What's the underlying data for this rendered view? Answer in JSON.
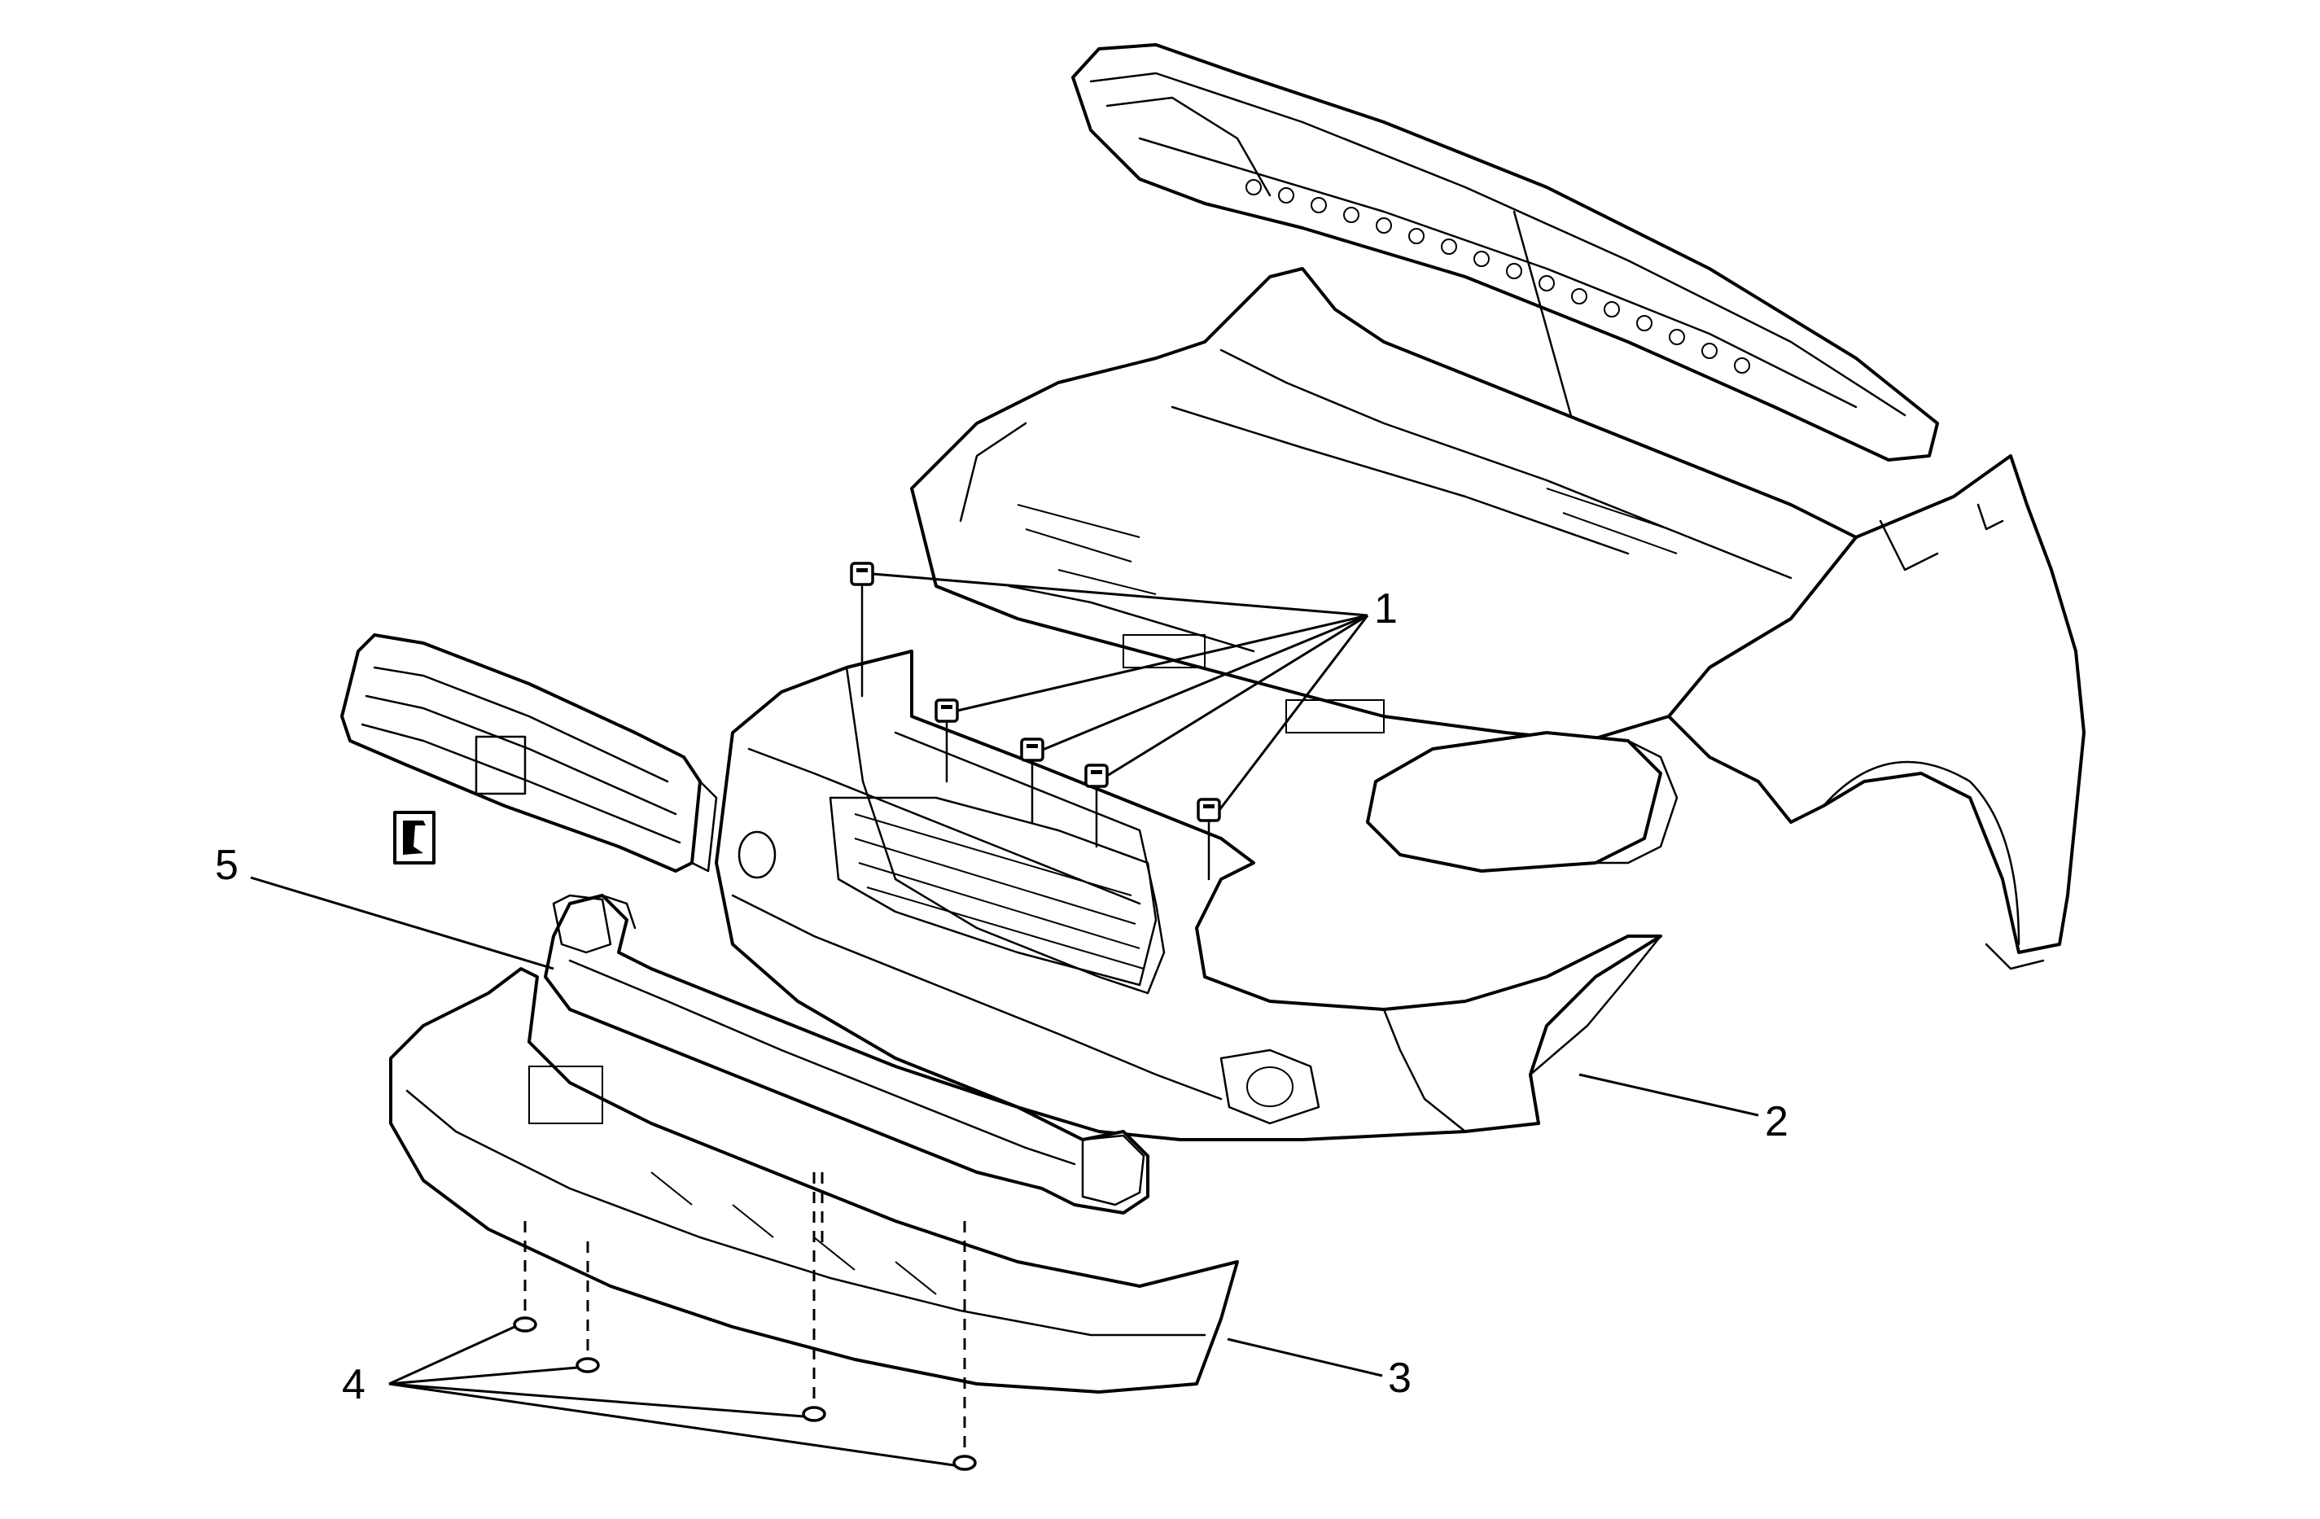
{
  "callouts": {
    "fasteners_top": "1",
    "front_fascia": "2",
    "lower_air_deflector": "3",
    "push_pins": "4",
    "fascia_support": "5"
  },
  "colors": {
    "line": "#000000",
    "background": "#ffffff"
  }
}
